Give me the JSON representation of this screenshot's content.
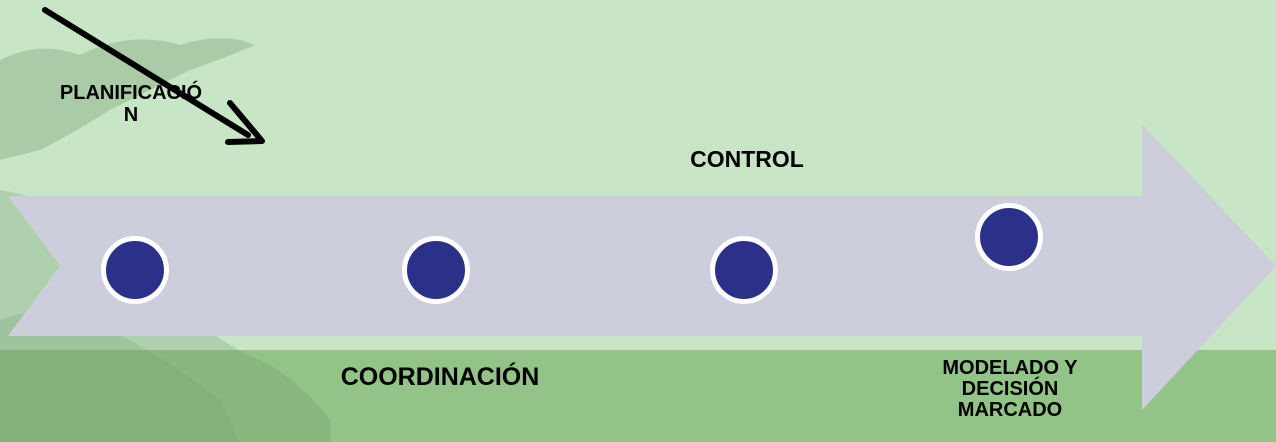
{
  "colors": {
    "background_top": "#c8e5c5",
    "background_bottom": "#93c487",
    "texture": "#6f9a6d",
    "arrow": "#cccedc",
    "node_fill": "#2b3089",
    "node_border": "#ffffff",
    "text": "#000000"
  },
  "diagram": {
    "stages": [
      {
        "label": "PLANIFICACIÓ\nN"
      },
      {
        "label": "CONTROL"
      },
      {
        "label": "COORDINACIÓN"
      },
      {
        "label": "MODELADO Y\nDECISIÓN\nMARCADO"
      }
    ],
    "pointer_icon": "diagonal-arrow-icon"
  }
}
